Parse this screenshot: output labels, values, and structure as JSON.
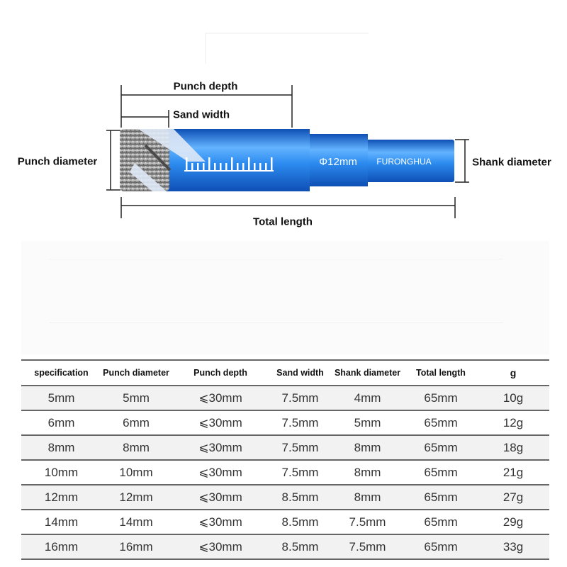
{
  "diagram": {
    "labels": {
      "punch_depth": "Punch depth",
      "sand_width": "Sand width",
      "punch_diameter": "Punch diameter",
      "shank_diameter": "Shank diameter",
      "total_length": "Total length"
    },
    "bit_marking_size": "Φ12mm",
    "bit_marking_brand": "FURONGHUA",
    "colors": {
      "body_blue": "#1f7fe6",
      "body_dark": "#0e4fb5",
      "body_light": "#63b3ff",
      "diamond_grey": "#9a9a9a"
    }
  },
  "table": {
    "headers": [
      "specification",
      "Punch diameter",
      "Punch depth",
      "Sand width",
      "Shank diameter",
      "Total length",
      "g"
    ],
    "rows": [
      [
        "5mm",
        "5mm",
        "⩽30mm",
        "7.5mm",
        "4mm",
        "65mm",
        "10g"
      ],
      [
        "6mm",
        "6mm",
        "⩽30mm",
        "7.5mm",
        "5mm",
        "65mm",
        "12g"
      ],
      [
        "8mm",
        "8mm",
        "⩽30mm",
        "7.5mm",
        "8mm",
        "65mm",
        "18g"
      ],
      [
        "10mm",
        "10mm",
        "⩽30mm",
        "7.5mm",
        "8mm",
        "65mm",
        "21g"
      ],
      [
        "12mm",
        "12mm",
        "⩽30mm",
        "8.5mm",
        "8mm",
        "65mm",
        "27g"
      ],
      [
        "14mm",
        "14mm",
        "⩽30mm",
        "8.5mm",
        "7.5mm",
        "65mm",
        "29g"
      ],
      [
        "16mm",
        "16mm",
        "⩽30mm",
        "8.5mm",
        "7.5mm",
        "65mm",
        "33g"
      ]
    ]
  }
}
